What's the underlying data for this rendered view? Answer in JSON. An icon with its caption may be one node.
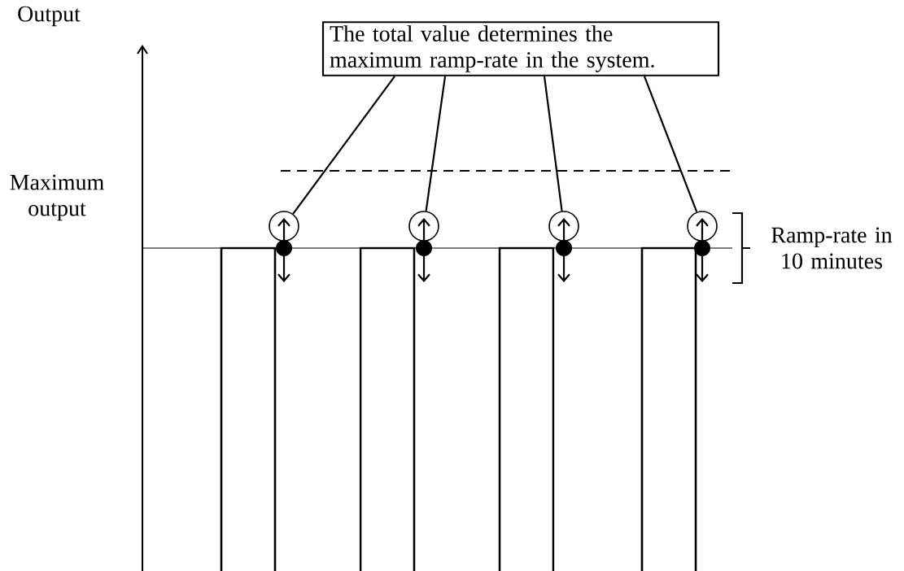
{
  "diagram": {
    "nodes": [
      {
        "text": [
          "The total value determines the maximum ramp-rate in the system."
        ]
      },
      {
        "text": [],
        "shape": "circle"
      },
      {
        "text": [],
        "shape": "circle"
      },
      {
        "text": [],
        "shape": "circle"
      },
      {
        "text": [],
        "shape": "circle"
      }
    ],
    "edges": [
      {
        "from": 0,
        "to": 1,
        "arrow": "none"
      },
      {
        "from": 0,
        "to": 2,
        "arrow": "none"
      },
      {
        "from": 0,
        "to": 3,
        "arrow": "none"
      },
      {
        "from": 0,
        "to": 4,
        "arrow": "none"
      }
    ],
    "labels": [
      "Output",
      "Maximum output",
      "Ramp-rate in 10 minutes"
    ]
  }
}
